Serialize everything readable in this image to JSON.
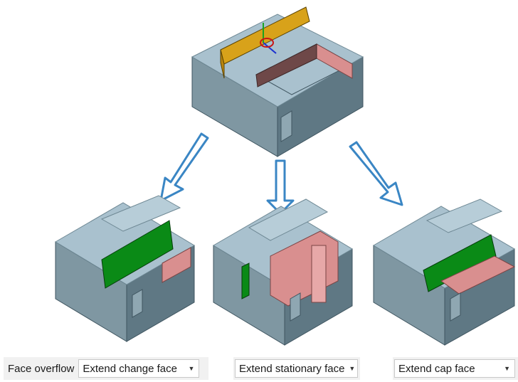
{
  "face_overflow": {
    "label": "Face overflow",
    "options": [
      {
        "selected": "Extend change face",
        "arrow": "chevron-down-icon"
      },
      {
        "selected": "Extend stationary face",
        "arrow": "chevron-down-icon"
      },
      {
        "selected": "Extend cap face",
        "arrow": "chevron-down-icon"
      }
    ]
  },
  "colors": {
    "part_top": "#a9c1ce",
    "part_front": "#5f7884",
    "part_side": "#7f97a2",
    "selected_face": "#d8a21a",
    "pocket_wall": "#d98f8f",
    "extended_face": "#0a8a16",
    "arrow": "#3a86c4"
  }
}
